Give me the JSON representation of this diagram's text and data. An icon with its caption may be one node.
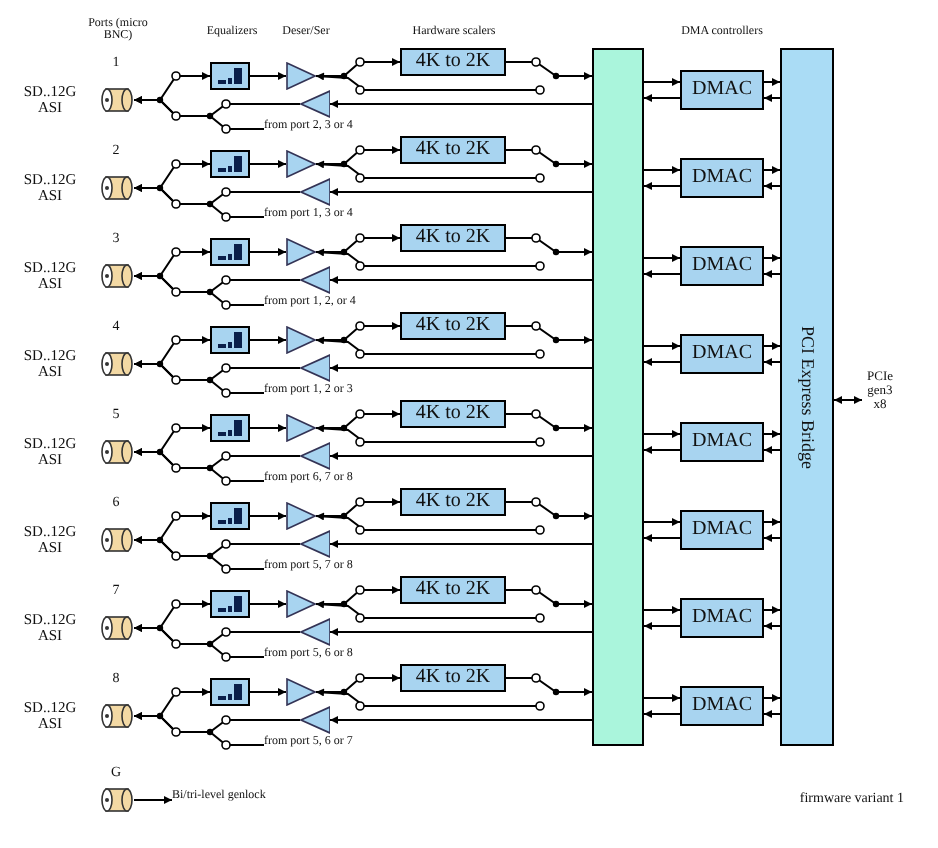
{
  "diagram": {
    "nodes": [
      {
        "text": [],
        "shape": "cylinder",
        "beside": [
          "1",
          "SD..12G ASI"
        ]
      },
      {
        "text": [],
        "shape": "box"
      },
      {
        "text": [],
        "shape": "triangle"
      },
      {
        "text": [
          "4K to 2K"
        ]
      },
      {
        "text": [],
        "shape": "triangle"
      },
      {
        "text": [
          "from port 2, 3 or 4"
        ]
      },
      {
        "text": [],
        "shape": "cylinder",
        "beside": [
          "2",
          "SD..12G ASI"
        ]
      },
      {
        "text": [],
        "shape": "box"
      },
      {
        "text": [],
        "shape": "triangle"
      },
      {
        "text": [
          "4K to 2K"
        ]
      },
      {
        "text": [],
        "shape": "triangle"
      },
      {
        "text": [
          "from port 1, 3 or 4"
        ]
      },
      {
        "text": [],
        "shape": "cylinder",
        "beside": [
          "3",
          "SD..12G ASI"
        ]
      },
      {
        "text": [],
        "shape": "box"
      },
      {
        "text": [],
        "shape": "triangle"
      },
      {
        "text": [
          "4K to 2K"
        ]
      },
      {
        "text": [],
        "shape": "triangle"
      },
      {
        "text": [
          "from port 1, 2, or 4"
        ]
      },
      {
        "text": [],
        "shape": "cylinder",
        "beside": [
          "4",
          "SD..12G ASI"
        ]
      },
      {
        "text": [],
        "shape": "box"
      },
      {
        "text": [],
        "shape": "triangle"
      },
      {
        "text": [
          "4K to 2K"
        ]
      },
      {
        "text": [],
        "shape": "triangle"
      },
      {
        "text": [
          "from port 1, 2 or 3"
        ]
      },
      {
        "text": [],
        "shape": "cylinder",
        "beside": [
          "5",
          "SD..12G ASI"
        ]
      },
      {
        "text": [],
        "shape": "box"
      },
      {
        "text": [],
        "shape": "triangle"
      },
      {
        "text": [
          "4K to 2K"
        ]
      },
      {
        "text": [],
        "shape": "triangle"
      },
      {
        "text": [
          "from port 6, 7 or 8"
        ]
      },
      {
        "text": [],
        "shape": "cylinder",
        "beside": [
          "6",
          "SD..12G ASI"
        ]
      },
      {
        "text": [],
        "shape": "box"
      },
      {
        "text": [],
        "shape": "triangle"
      },
      {
        "text": [
          "4K to 2K"
        ]
      },
      {
        "text": [],
        "shape": "triangle"
      },
      {
        "text": [
          "from port 5, 7 or 8"
        ]
      },
      {
        "text": [],
        "shape": "cylinder",
        "beside": [
          "7",
          "SD..12G ASI"
        ]
      },
      {
        "text": [],
        "shape": "box"
      },
      {
        "text": [],
        "shape": "triangle"
      },
      {
        "text": [
          "4K to 2K"
        ]
      },
      {
        "text": [],
        "shape": "triangle"
      },
      {
        "text": [
          "from port 5, 6 or 8"
        ]
      },
      {
        "text": [],
        "shape": "cylinder",
        "beside": [
          "8",
          "SD..12G ASI"
        ]
      },
      {
        "text": [],
        "shape": "box"
      },
      {
        "text": [],
        "shape": "triangle"
      },
      {
        "text": [
          "4K to 2K"
        ]
      },
      {
        "text": [],
        "shape": "triangle"
      },
      {
        "text": [
          "from port 5, 6 or 7"
        ]
      },
      {
        "text": [],
        "shape": "box"
      },
      {
        "text": [
          "DMAC"
        ]
      },
      {
        "text": [
          "DMAC"
        ]
      },
      {
        "text": [
          "DMAC"
        ]
      },
      {
        "text": [
          "DMAC"
        ]
      },
      {
        "text": [
          "DMAC"
        ]
      },
      {
        "text": [
          "DMAC"
        ]
      },
      {
        "text": [
          "DMAC"
        ]
      },
      {
        "text": [
          "DMAC"
        ]
      },
      {
        "text": [
          "PCI Express Bridge"
        ]
      },
      {
        "text": [
          "PCIe gen3 x8"
        ]
      },
      {
        "text": [],
        "shape": "cylinder",
        "beside": [
          "G"
        ]
      },
      {
        "text": [
          "Bi/tri-level genlock"
        ]
      }
    ],
    "edges": [
      {
        "from": 0,
        "to": 1,
        "arrow": "to"
      },
      {
        "from": 1,
        "to": 2,
        "arrow": "to"
      },
      {
        "from": 2,
        "to": 3,
        "arrow": "to"
      },
      {
        "from": 3,
        "to": 48,
        "arrow": "to"
      },
      {
        "from": 48,
        "to": 4,
        "arrow": "to"
      },
      {
        "from": 4,
        "to": 0,
        "arrow": "to"
      },
      {
        "from": 5,
        "to": 0,
        "arrow": "to"
      },
      {
        "from": 6,
        "to": 7,
        "arrow": "to"
      },
      {
        "from": 7,
        "to": 8,
        "arrow": "to"
      },
      {
        "from": 8,
        "to": 9,
        "arrow": "to"
      },
      {
        "from": 9,
        "to": 48,
        "arrow": "to"
      },
      {
        "from": 48,
        "to": 10,
        "arrow": "to"
      },
      {
        "from": 10,
        "to": 6,
        "arrow": "to"
      },
      {
        "from": 11,
        "to": 6,
        "arrow": "to"
      },
      {
        "from": 12,
        "to": 13,
        "arrow": "to"
      },
      {
        "from": 13,
        "to": 14,
        "arrow": "to"
      },
      {
        "from": 14,
        "to": 15,
        "arrow": "to"
      },
      {
        "from": 15,
        "to": 48,
        "arrow": "to"
      },
      {
        "from": 48,
        "to": 16,
        "arrow": "to"
      },
      {
        "from": 16,
        "to": 12,
        "arrow": "to"
      },
      {
        "from": 17,
        "to": 12,
        "arrow": "to"
      },
      {
        "from": 18,
        "to": 19,
        "arrow": "to"
      },
      {
        "from": 19,
        "to": 20,
        "arrow": "to"
      },
      {
        "from": 20,
        "to": 21,
        "arrow": "to"
      },
      {
        "from": 21,
        "to": 48,
        "arrow": "to"
      },
      {
        "from": 48,
        "to": 22,
        "arrow": "to"
      },
      {
        "from": 22,
        "to": 18,
        "arrow": "to"
      },
      {
        "from": 23,
        "to": 18,
        "arrow": "to"
      },
      {
        "from": 24,
        "to": 25,
        "arrow": "to"
      },
      {
        "from": 25,
        "to": 26,
        "arrow": "to"
      },
      {
        "from": 26,
        "to": 27,
        "arrow": "to"
      },
      {
        "from": 27,
        "to": 48,
        "arrow": "to"
      },
      {
        "from": 48,
        "to": 28,
        "arrow": "to"
      },
      {
        "from": 28,
        "to": 24,
        "arrow": "to"
      },
      {
        "from": 29,
        "to": 24,
        "arrow": "to"
      },
      {
        "from": 30,
        "to": 31,
        "arrow": "to"
      },
      {
        "from": 31,
        "to": 32,
        "arrow": "to"
      },
      {
        "from": 32,
        "to": 33,
        "arrow": "to"
      },
      {
        "from": 33,
        "to": 48,
        "arrow": "to"
      },
      {
        "from": 48,
        "to": 34,
        "arrow": "to"
      },
      {
        "from": 34,
        "to": 30,
        "arrow": "to"
      },
      {
        "from": 35,
        "to": 30,
        "arrow": "to"
      },
      {
        "from": 36,
        "to": 37,
        "arrow": "to"
      },
      {
        "from": 37,
        "to": 38,
        "arrow": "to"
      },
      {
        "from": 38,
        "to": 39,
        "arrow": "to"
      },
      {
        "from": 39,
        "to": 48,
        "arrow": "to"
      },
      {
        "from": 48,
        "to": 40,
        "arrow": "to"
      },
      {
        "from": 40,
        "to": 36,
        "arrow": "to"
      },
      {
        "from": 41,
        "to": 36,
        "arrow": "to"
      },
      {
        "from": 42,
        "to": 43,
        "arrow": "to"
      },
      {
        "from": 43,
        "to": 44,
        "arrow": "to"
      },
      {
        "from": 44,
        "to": 45,
        "arrow": "to"
      },
      {
        "from": 45,
        "to": 48,
        "arrow": "to"
      },
      {
        "from": 48,
        "to": 46,
        "arrow": "to"
      },
      {
        "from": 46,
        "to": 42,
        "arrow": "to"
      },
      {
        "from": 47,
        "to": 42,
        "arrow": "to"
      },
      {
        "from": 48,
        "to": 49,
        "arrow": "to"
      },
      {
        "from": 49,
        "to": 48,
        "arrow": "to"
      },
      {
        "from": 49,
        "to": 57,
        "arrow": "to"
      },
      {
        "from": 57,
        "to": 49,
        "arrow": "to"
      },
      {
        "from": 48,
        "to": 50,
        "arrow": "to"
      },
      {
        "from": 50,
        "to": 48,
        "arrow": "to"
      },
      {
        "from": 50,
        "to": 57,
        "arrow": "to"
      },
      {
        "from": 57,
        "to": 50,
        "arrow": "to"
      },
      {
        "from": 48,
        "to": 51,
        "arrow": "to"
      },
      {
        "from": 51,
        "to": 48,
        "arrow": "to"
      },
      {
        "from": 51,
        "to": 57,
        "arrow": "to"
      },
      {
        "from": 57,
        "to": 51,
        "arrow": "to"
      },
      {
        "from": 48,
        "to": 52,
        "arrow": "to"
      },
      {
        "from": 52,
        "to": 48,
        "arrow": "to"
      },
      {
        "from": 52,
        "to": 57,
        "arrow": "to"
      },
      {
        "from": 57,
        "to": 52,
        "arrow": "to"
      },
      {
        "from": 48,
        "to": 53,
        "arrow": "to"
      },
      {
        "from": 53,
        "to": 48,
        "arrow": "to"
      },
      {
        "from": 53,
        "to": 57,
        "arrow": "to"
      },
      {
        "from": 57,
        "to": 53,
        "arrow": "to"
      },
      {
        "from": 48,
        "to": 54,
        "arrow": "to"
      },
      {
        "from": 54,
        "to": 48,
        "arrow": "to"
      },
      {
        "from": 54,
        "to": 57,
        "arrow": "to"
      },
      {
        "from": 57,
        "to": 54,
        "arrow": "to"
      },
      {
        "from": 48,
        "to": 55,
        "arrow": "to"
      },
      {
        "from": 55,
        "to": 48,
        "arrow": "to"
      },
      {
        "from": 55,
        "to": 57,
        "arrow": "to"
      },
      {
        "from": 57,
        "to": 55,
        "arrow": "to"
      },
      {
        "from": 48,
        "to": 56,
        "arrow": "to"
      },
      {
        "from": 56,
        "to": 48,
        "arrow": "to"
      },
      {
        "from": 56,
        "to": 57,
        "arrow": "to"
      },
      {
        "from": 57,
        "to": 56,
        "arrow": "to"
      },
      {
        "from": 57,
        "to": 58,
        "arrow": "both"
      },
      {
        "from": 59,
        "to": 60,
        "arrow": "to"
      },
      {
        "from": null,
        "to": 2,
        "arrow": "to"
      },
      {
        "from": null,
        "to": 8,
        "arrow": "to"
      },
      {
        "from": null,
        "to": 14,
        "arrow": "to"
      },
      {
        "from": null,
        "to": 20,
        "arrow": "to"
      },
      {
        "from": null,
        "to": 26,
        "arrow": "to"
      },
      {
        "from": null,
        "to": 32,
        "arrow": "to"
      },
      {
        "from": null,
        "to": 38,
        "arrow": "to"
      },
      {
        "from": null,
        "to": 44,
        "arrow": "to"
      }
    ],
    "labels": [
      "Ports (micro BNC)",
      "Equalizers",
      "Deser/Ser",
      "Hardware scalers",
      "DMA controllers",
      "firmware variant 1"
    ]
  }
}
